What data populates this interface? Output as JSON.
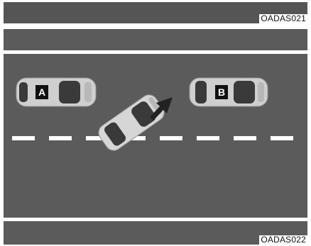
{
  "top_panel": {
    "code": "OADAS021"
  },
  "bottom_panel": {
    "code": "OADAS022"
  },
  "vehicles": [
    {
      "id": "A",
      "label": "A"
    },
    {
      "id": "B",
      "label": "B"
    }
  ],
  "colors": {
    "road": "#5b5b5b",
    "road_dark": "#555555",
    "lane_marking": "#ffffff",
    "car_body": "#cfcfcf",
    "car_glass": "#3a3a3a",
    "label_box": "#111111",
    "arrow": "#222222"
  }
}
